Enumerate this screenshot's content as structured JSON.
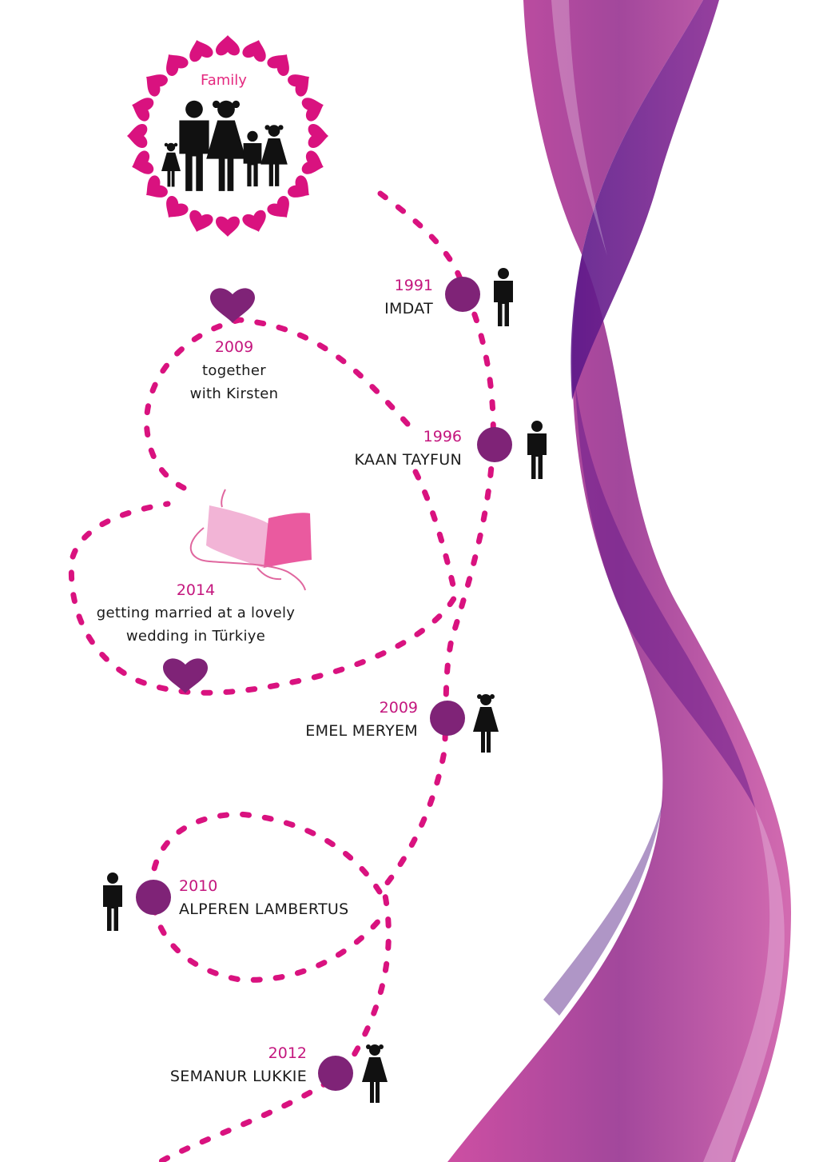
{
  "badge": {
    "label": "Family",
    "icon": "family-icon"
  },
  "colors": {
    "magenta": "#d9127f",
    "plum": "#7f2377",
    "ribbon": "#b21c86",
    "ribbon_dark": "#5b1889",
    "text": "#1b1b1b"
  },
  "events": [
    {
      "id": "imdat",
      "year": "1991",
      "label": "IMDAT",
      "icon": "boy-icon"
    },
    {
      "id": "kirsten",
      "year": "2009",
      "label_line1": "together",
      "label_line2": "with Kirsten",
      "icon": "heart-icon"
    },
    {
      "id": "kaan",
      "year": "1996",
      "label": "KAAN TAYFUN",
      "icon": "boy-icon"
    },
    {
      "id": "wedding",
      "year": "2014",
      "label_line1": "getting married at a lovely",
      "label_line2": "wedding in Türkiye",
      "icon": "wedding-ribbon-icon"
    },
    {
      "id": "emel",
      "year": "2009",
      "label": "EMEL MERYEM",
      "icon": "girl-icon"
    },
    {
      "id": "alperen",
      "year": "2010",
      "label": "ALPEREN LAMBERTUS",
      "icon": "boy-icon"
    },
    {
      "id": "semanur",
      "year": "2012",
      "label": "SEMANUR LUKKIE",
      "icon": "girl-icon"
    }
  ]
}
